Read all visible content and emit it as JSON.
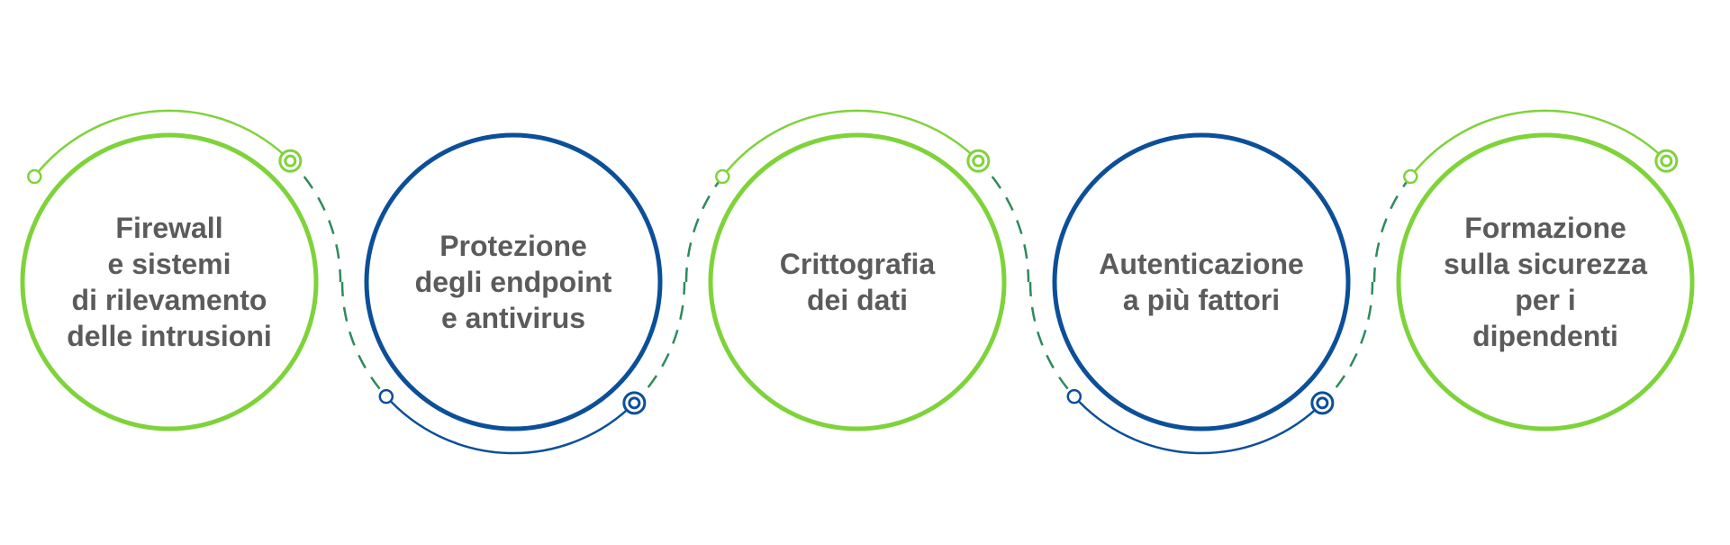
{
  "colors": {
    "green": "#7ed33a",
    "blue": "#0c4f99",
    "dash": "#2e8a5c",
    "text": "#5b5b5b",
    "background": "#ffffff"
  },
  "steps": [
    {
      "lines": [
        "Firewall",
        "e sistemi",
        "di rilevamento",
        "delle intrusioni"
      ],
      "color": "green",
      "arc": "top"
    },
    {
      "lines": [
        "Protezione",
        "degli endpoint",
        "e antivirus"
      ],
      "color": "blue",
      "arc": "bottom"
    },
    {
      "lines": [
        "Crittografia",
        "dei dati"
      ],
      "color": "green",
      "arc": "top"
    },
    {
      "lines": [
        "Autenticazione",
        "a più fattori"
      ],
      "color": "blue",
      "arc": "bottom"
    },
    {
      "lines": [
        "Formazione",
        "sulla sicurezza",
        "per i",
        "dipendenti"
      ],
      "color": "green",
      "arc": "top"
    }
  ]
}
